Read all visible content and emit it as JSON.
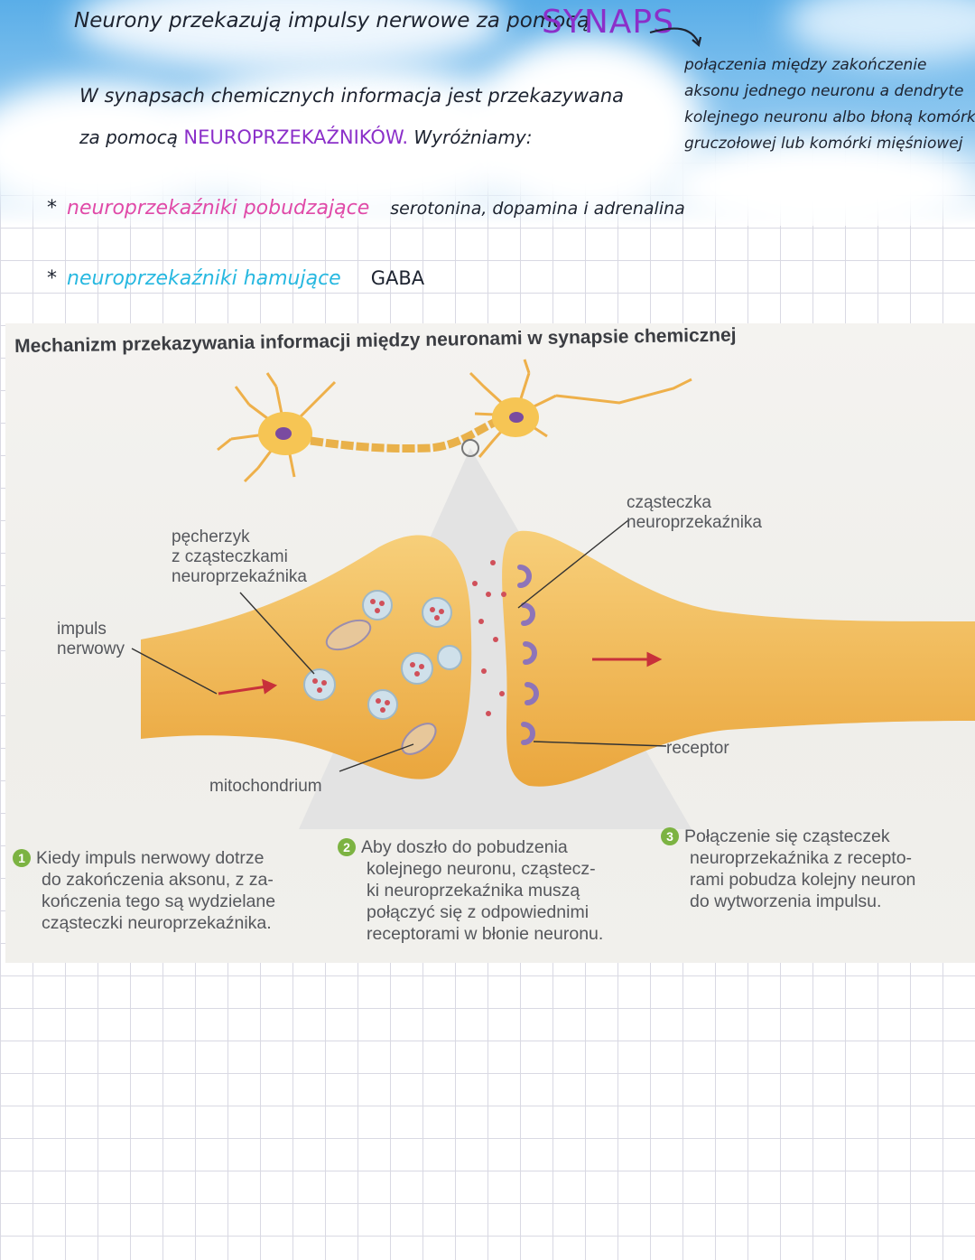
{
  "notes": {
    "line1": "Neurony przekazują impulsy nerwowe za pomocą",
    "synaps": "SYNAPS",
    "line2": "W synapsach chemicznych informacja jest przekazywana",
    "line3_a": "za pomocą",
    "line3_b": "NEUROPRZEKAŹNIKÓW.",
    "line3_c": "Wyróżniamy:",
    "bullet1_label": "neuroprzekaźniki pobudzające",
    "bullet1_examples": "serotonina, dopamina i adrenalina",
    "bullet2_label": "neuroprzekaźniki hamujące",
    "bullet2_examples": "GABA",
    "definition": [
      "połączenia między zakończenie",
      "aksonu jednego neuronu a dendryte",
      "kolejnego neuronu albo błoną komórki",
      "gruczołowej lub komórki mięśniowej"
    ]
  },
  "figure": {
    "title": "Mechanizm przekazywania informacji między neuronami w synapsie chemicznej",
    "labels": {
      "vesicle": [
        "pęcherzyk",
        "z cząsteczkami",
        "neuroprzekaźnika"
      ],
      "impulse": [
        "impuls",
        "nerwowy"
      ],
      "molecule": [
        "cząsteczka",
        "neuroprzekaźnika"
      ],
      "receptor": "receptor",
      "mitochondrium": "mitochondrium"
    },
    "steps": [
      {
        "num": "1",
        "lines": [
          "Kiedy impuls nerwowy dotrze",
          "do zakończenia aksonu, z za-",
          "kończenia tego są wydzielane",
          "cząsteczki neuroprzekaźnika."
        ]
      },
      {
        "num": "2",
        "lines": [
          "Aby doszło do pobudzenia",
          "kolejnego neuronu, cząstecz-",
          "ki neuroprzekaźnika muszą",
          "połączyć się z odpowiednimi",
          "receptorami w błonie neuronu."
        ]
      },
      {
        "num": "3",
        "lines": [
          "Połączenie się cząsteczek",
          "neuroprzekaźnika z recepto-",
          "rami pobudza kolejny neuron",
          "do wytworzenia impulsu."
        ]
      }
    ]
  },
  "colors": {
    "pink": "#e04aa8",
    "purple": "#8b2fc9",
    "cyan": "#27b8e0",
    "axon": "#f2b94f",
    "badge": "#7cb342"
  }
}
